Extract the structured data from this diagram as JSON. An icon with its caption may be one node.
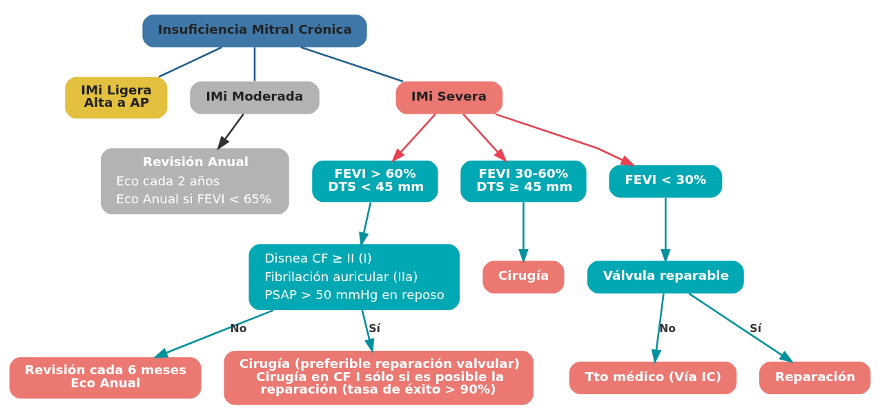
{
  "diagram": {
    "nodes": [
      {
        "text": [
          "Insuficiencia Mitral Crónica"
        ]
      },
      {
        "text": [
          "IMi Ligera Alta a AP"
        ]
      },
      {
        "text": [
          "IMi Moderada"
        ]
      },
      {
        "text": [
          "IMi Severa"
        ]
      },
      {
        "text": [
          "FEVI > 60% DTS < 45 mm"
        ]
      },
      {
        "text": [
          "FEVI 30-60% DTS ≥ 45 mm"
        ]
      },
      {
        "text": [
          "FEVI < 30%"
        ]
      },
      {
        "text": [
          "Disnea CF ≥ II (I)",
          "Fibrilación auricular (IIa)",
          "PSAP > 50 mmHg en reposo"
        ]
      },
      {
        "text": [
          "Cirugía"
        ]
      },
      {
        "text": [
          "Válvula reparable"
        ]
      },
      {
        "text": [
          "Revisión Anual",
          "Eco cada 2 años",
          "Eco Anual si FEVI < 65%"
        ]
      },
      {
        "text": [
          "Revisión cada 6 meses Eco Anual"
        ]
      },
      {
        "text": [
          "Cirugía (preferible reparación valvular) Cirugía en CF I sólo si es posible la reparación (tasa de éxito > 90%)"
        ]
      },
      {
        "text": [
          "Tto médico (Vía IC)"
        ]
      },
      {
        "text": [
          "Reparación"
        ]
      }
    ],
    "edges": [
      {
        "from": 0,
        "to": 1,
        "arrow": "none",
        "color": "#1f5f8b"
      },
      {
        "from": 0,
        "to": 2,
        "arrow": "none",
        "color": "#1f5f8b"
      },
      {
        "from": 0,
        "to": 3,
        "arrow": "none",
        "color": "#1f5f8b"
      },
      {
        "from": 2,
        "to": 10,
        "arrow": "to",
        "color": "#333333"
      },
      {
        "from": 3,
        "to": 4,
        "arrow": "to",
        "color": "#e8414f"
      },
      {
        "from": 3,
        "to": 5,
        "arrow": "to",
        "color": "#e8414f"
      },
      {
        "from": 3,
        "to": 6,
        "arrow": "to",
        "color": "#e8414f"
      },
      {
        "from": 4,
        "to": 7,
        "arrow": "to"
      },
      {
        "from": 5,
        "to": 8,
        "arrow": "to"
      },
      {
        "from": 6,
        "to": 9,
        "arrow": "to"
      },
      {
        "from": 7,
        "to": 11,
        "arrow": "to",
        "label": "No"
      },
      {
        "from": 7,
        "to": 12,
        "arrow": "to",
        "label": "Sí"
      },
      {
        "from": 9,
        "to": 13,
        "arrow": "to",
        "label": "No"
      },
      {
        "from": 9,
        "to": 14,
        "arrow": "to",
        "label": "Sí"
      }
    ]
  }
}
